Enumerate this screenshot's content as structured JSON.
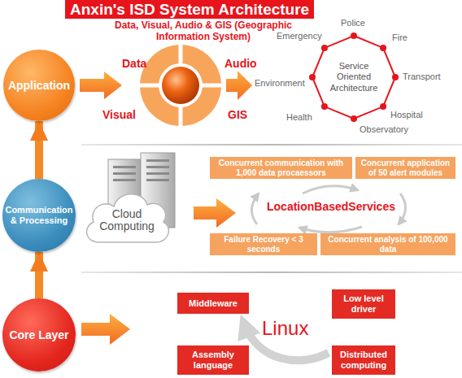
{
  "diagram": {
    "title": "Anxin's ISD System Architecture",
    "nodes": [
      {
        "text": [
          "Application"
        ]
      },
      {
        "text": [
          "Service Oriented Architecture"
        ]
      },
      {
        "text": [
          "Communication & Processing"
        ]
      },
      {
        "text": [
          "Cloud Computing"
        ]
      },
      {
        "text": [
          "Concurrent communication with 1,000 data procaessors"
        ]
      },
      {
        "text": [
          "Concurrent application of 50 alert modules"
        ]
      },
      {
        "text": [
          "Failure Recovery < 3 seconds"
        ]
      },
      {
        "text": [
          "Concurrent analysis of 100,000 data"
        ]
      },
      {
        "text": [
          "Core Layer"
        ]
      },
      {
        "text": [
          "Middleware"
        ]
      },
      {
        "text": [
          "Low level driver"
        ]
      },
      {
        "text": [
          "Assembly language"
        ]
      },
      {
        "text": [
          "Distributed computing"
        ]
      }
    ],
    "edges": [
      {
        "from": 2,
        "to": 0,
        "arrow": "to"
      },
      {
        "from": 8,
        "to": 2,
        "arrow": "to"
      }
    ],
    "labels": [
      "Data, Visual, Audio & GIS (Geographic Information System)",
      "Data",
      "Audio",
      "Visual",
      "GIS",
      "Police",
      "Fire",
      "Transport",
      "Hospital",
      "Observatory",
      "Health",
      "Environment",
      "Emergency",
      "LocationBasedServices",
      "Linux"
    ]
  }
}
